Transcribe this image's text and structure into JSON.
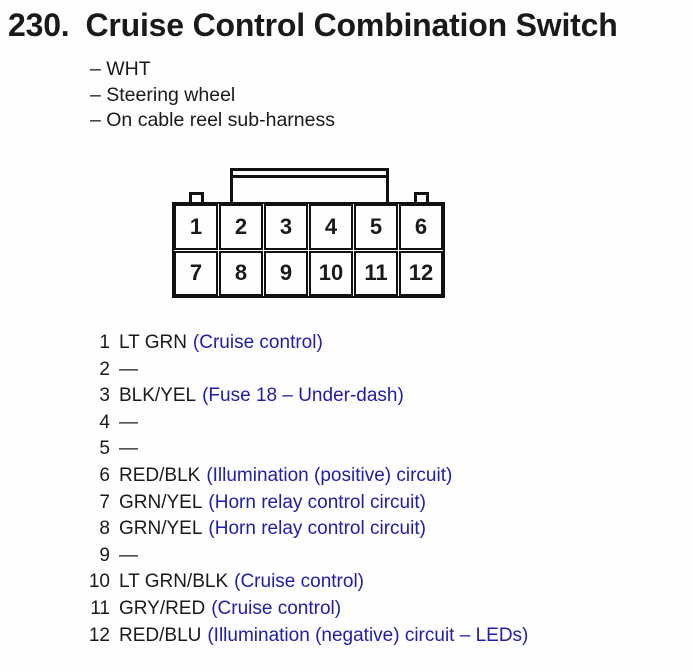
{
  "title": {
    "number": "230.",
    "text": "Cruise Control Combination Switch"
  },
  "subtitle_items": [
    "– WHT",
    "– Steering wheel",
    "– On cable reel sub-harness"
  ],
  "connector": {
    "top_row": [
      "1",
      "2",
      "3",
      "4",
      "5",
      "6"
    ],
    "bottom_row": [
      "7",
      "8",
      "9",
      "10",
      "11",
      "12"
    ]
  },
  "pins": [
    {
      "num": "1",
      "wire": "LT GRN",
      "circuit": "(Cruise control)"
    },
    {
      "num": "2",
      "wire": "—",
      "circuit": ""
    },
    {
      "num": "3",
      "wire": "BLK/YEL",
      "circuit": "(Fuse 18 – Under-dash)"
    },
    {
      "num": "4",
      "wire": "—",
      "circuit": ""
    },
    {
      "num": "5",
      "wire": "—",
      "circuit": ""
    },
    {
      "num": "6",
      "wire": "RED/BLK",
      "circuit": "(Illumination (positive) circuit)"
    },
    {
      "num": "7",
      "wire": "GRN/YEL",
      "circuit": "(Horn relay control circuit)"
    },
    {
      "num": "8",
      "wire": "GRN/YEL",
      "circuit": "(Horn relay control circuit)"
    },
    {
      "num": "9",
      "wire": "—",
      "circuit": ""
    },
    {
      "num": "10",
      "wire": "LT GRN/BLK",
      "circuit": "(Cruise control)"
    },
    {
      "num": "11",
      "wire": "GRY/RED",
      "circuit": "(Cruise control)"
    },
    {
      "num": "12",
      "wire": "RED/BLU",
      "circuit": "(Illumination (negative) circuit – LEDs)"
    }
  ],
  "colors": {
    "text": "#1a1a1a",
    "circuit_text": "#1e1ea8",
    "diagram_line": "#111111",
    "background": "#fefefe"
  }
}
